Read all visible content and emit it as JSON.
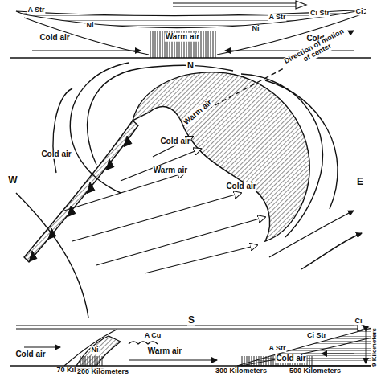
{
  "diagram": {
    "labels": [
      "A Str",
      "Ci Str",
      "Ci",
      "Ni",
      "Warm air",
      "Ni",
      "A Str",
      "Cold air",
      "Cold air",
      "N",
      "Cold air",
      "Direction of motion of center",
      "Warm air",
      "W",
      "Cold air",
      "Warm air",
      "Cold air",
      "E",
      "S",
      "A Cu",
      "Ni",
      "Ci Str",
      "Ci",
      "A Str",
      "Cold air",
      "Warm air",
      "Cold air",
      "9 Kilometers",
      "70 Kilometers",
      "200 Kilometers",
      "300 Kilometers",
      "500 Kilometers"
    ]
  }
}
